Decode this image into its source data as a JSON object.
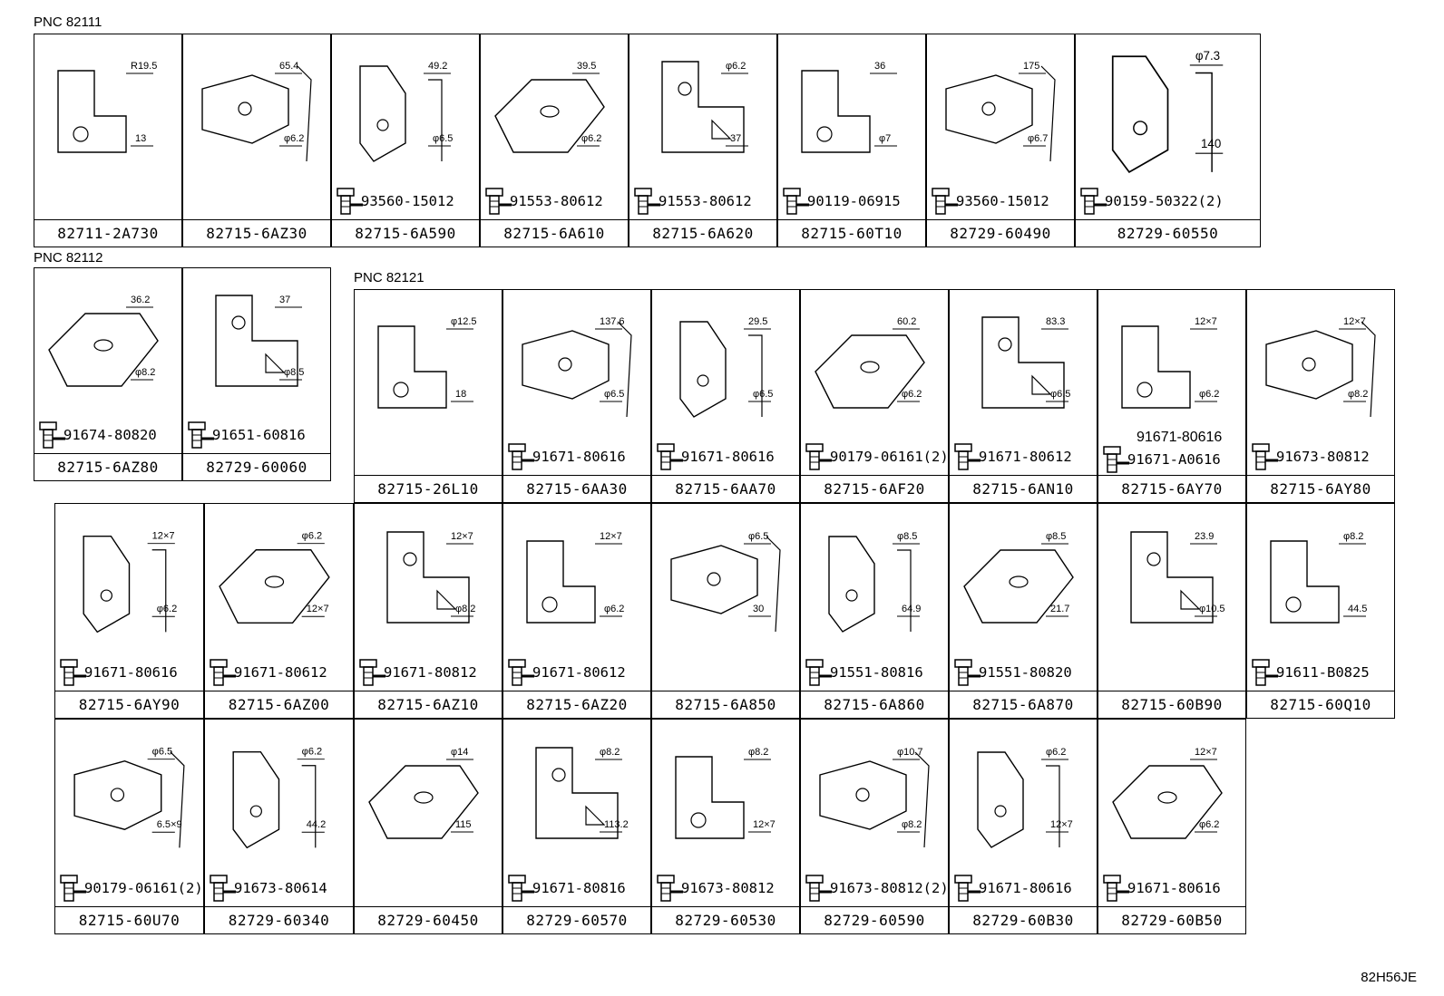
{
  "groups": [
    {
      "label": "PNC 82111"
    },
    {
      "label": "PNC 82112"
    },
    {
      "label": "PNC 82121"
    }
  ],
  "diagram_code": "82H56JE",
  "cells": [
    {
      "part": "82711-2A730",
      "bolt": "",
      "dims": [
        "R19.5",
        "13"
      ]
    },
    {
      "part": "82715-6AZ30",
      "bolt": "",
      "dims": [
        "65.4",
        "φ6.2"
      ]
    },
    {
      "part": "82715-6A590",
      "bolt": "93560-15012",
      "dims": [
        "49.2",
        "φ6.5"
      ]
    },
    {
      "part": "82715-6A610",
      "bolt": "91553-80612",
      "dims": [
        "39.5",
        "φ6.2"
      ]
    },
    {
      "part": "82715-6A620",
      "bolt": "91553-80612",
      "dims": [
        "φ6.2",
        "37"
      ]
    },
    {
      "part": "82715-60T10",
      "bolt": "90119-06915",
      "dims": [
        "36",
        "φ7"
      ]
    },
    {
      "part": "82729-60490",
      "bolt": "93560-15012",
      "dims": [
        "175",
        "φ6.7"
      ]
    },
    {
      "part": "82729-60550",
      "bolt": "90159-50322(2)",
      "dims": [
        "φ7.3",
        "140"
      ]
    },
    {
      "part": "82715-6AZ80",
      "bolt": "91674-80820",
      "dims": [
        "36.2",
        "φ8.2"
      ]
    },
    {
      "part": "82729-60060",
      "bolt": "91651-60816",
      "dims": [
        "37",
        "φ8.5"
      ]
    },
    {
      "part": "82715-26L10",
      "bolt": "",
      "dims": [
        "φ12.5",
        "18"
      ]
    },
    {
      "part": "82715-6AA30",
      "bolt": "91671-80616",
      "dims": [
        "137.6",
        "φ6.5"
      ]
    },
    {
      "part": "82715-6AA70",
      "bolt": "91671-80616",
      "dims": [
        "29.5",
        "φ6.5"
      ]
    },
    {
      "part": "82715-6AF20",
      "bolt": "90179-06161(2)",
      "dims": [
        "60.2",
        "φ6.2"
      ]
    },
    {
      "part": "82715-6AN10",
      "bolt": "91671-80612",
      "dims": [
        "83.3",
        "φ6.5"
      ]
    },
    {
      "part": "82715-6AY70",
      "bolt": "91671-A0616",
      "bolt2": "91671-80616",
      "dims": [
        "12×7",
        "φ6.2"
      ]
    },
    {
      "part": "82715-6AY80",
      "bolt": "91673-80812",
      "dims": [
        "12×7",
        "φ8.2"
      ]
    },
    {
      "part": "82715-6AY90",
      "bolt": "91671-80616",
      "dims": [
        "12×7",
        "φ6.2"
      ]
    },
    {
      "part": "82715-6AZ00",
      "bolt": "91671-80612",
      "dims": [
        "φ6.2",
        "12×7"
      ]
    },
    {
      "part": "82715-6AZ10",
      "bolt": "91671-80812",
      "dims": [
        "12×7",
        "φ8.2"
      ]
    },
    {
      "part": "82715-6AZ20",
      "bolt": "91671-80612",
      "dims": [
        "12×7",
        "φ6.2"
      ]
    },
    {
      "part": "82715-6A850",
      "bolt": "",
      "dims": [
        "φ6.5",
        "30"
      ]
    },
    {
      "part": "82715-6A860",
      "bolt": "91551-80816",
      "dims": [
        "φ8.5",
        "64.9"
      ]
    },
    {
      "part": "82715-6A870",
      "bolt": "91551-80820",
      "dims": [
        "φ8.5",
        "21.7"
      ]
    },
    {
      "part": "82715-60B90",
      "bolt": "",
      "dims": [
        "23.9",
        "φ10.5"
      ]
    },
    {
      "part": "82715-60Q10",
      "bolt": "91611-B0825",
      "dims": [
        "φ8.2",
        "44.5"
      ]
    },
    {
      "part": "82715-60U70",
      "bolt": "90179-06161(2)",
      "dims": [
        "φ6.5",
        "6.5×9"
      ]
    },
    {
      "part": "82729-60340",
      "bolt": "91673-80614",
      "dims": [
        "φ6.2",
        "44.2"
      ]
    },
    {
      "part": "82729-60450",
      "bolt": "",
      "dims": [
        "φ14",
        "115"
      ]
    },
    {
      "part": "82729-60570",
      "bolt": "91671-80816",
      "dims": [
        "φ8.2",
        "113.2"
      ]
    },
    {
      "part": "82729-60530",
      "bolt": "91673-80812",
      "dims": [
        "φ8.2",
        "12×7"
      ]
    },
    {
      "part": "82729-60590",
      "bolt": "91673-80812(2)",
      "dims": [
        "φ10.7",
        "φ8.2"
      ]
    },
    {
      "part": "82729-60B30",
      "bolt": "91671-80616",
      "dims": [
        "φ6.2",
        "12×7"
      ]
    },
    {
      "part": "82729-60B50",
      "bolt": "91671-80616",
      "dims": [
        "12×7",
        "φ6.2"
      ]
    }
  ]
}
